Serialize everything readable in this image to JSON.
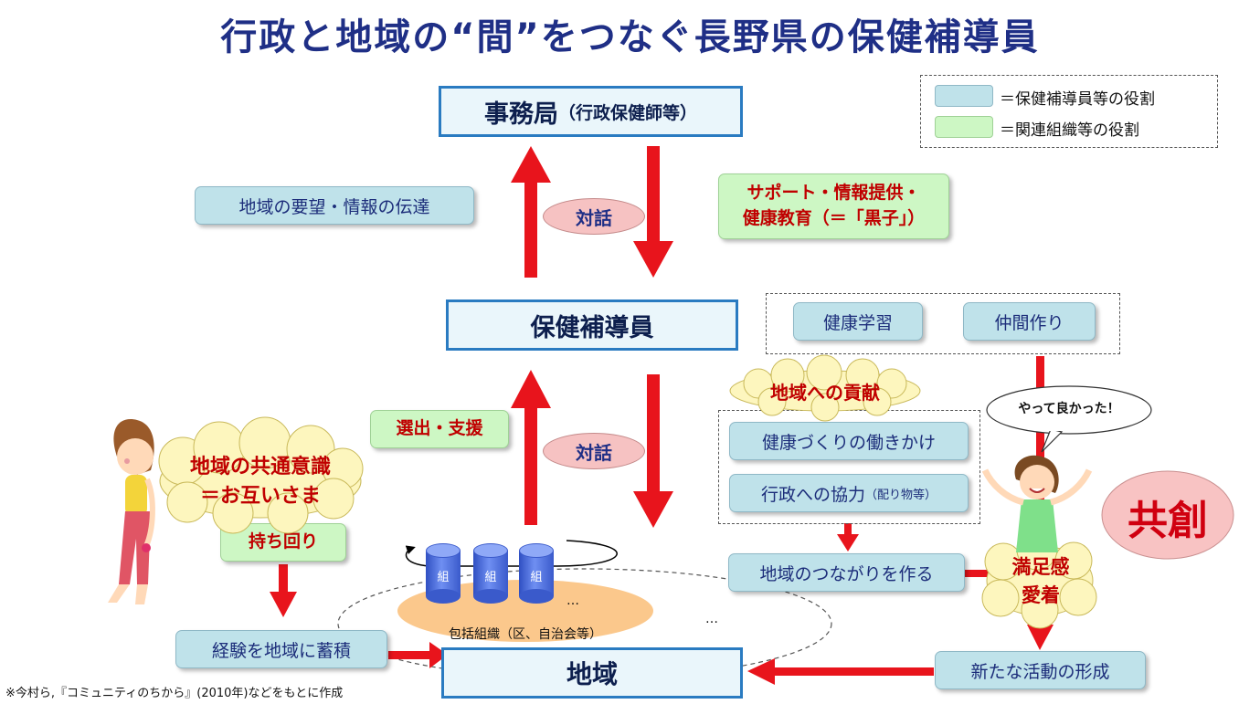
{
  "title": "行政と地域の“間”をつなぐ長野県の保健補導員",
  "legend": {
    "items": [
      {
        "label": "＝保健補導員等の役割",
        "color": "#bfe2ea"
      },
      {
        "label": "＝関連組織等の役割",
        "color": "#cdf7c4"
      }
    ]
  },
  "nodes": {
    "jimukyoku": {
      "main": "事務局",
      "sub": "（行政保健師等）"
    },
    "hokenhodoin": "保健補導員",
    "chiiki": "地域"
  },
  "dialogue_label": "対話",
  "roles": {
    "demand_info": "地域の要望・情報の伝達",
    "support_line1": "サポート・情報提供・",
    "support_line2": "健康教育（＝「黒子」）",
    "selection": "選出・支援",
    "health_study": "健康学習",
    "peer_building": "仲間作り",
    "health_action": "健康づくりの働きかけ",
    "gov_coop_main": "行政への協力",
    "gov_coop_small": "（配り物等）",
    "connections": "地域のつながりを作る",
    "carry_around": "持ち回り",
    "accumulate": "経験を地域に蓄積",
    "new_activity": "新たな活動の形成"
  },
  "clouds": {
    "contribution": "地域への貢献",
    "common_line1": "地域の共通意識",
    "common_line2": "＝お互いさま",
    "satisfaction_line1": "満足感",
    "satisfaction_line2": "愛着"
  },
  "speech": "やって良かった！",
  "cocreation": "共創",
  "organization": {
    "cylinder_label": "組",
    "ellipsis": "…",
    "caption": "包括組織（区、自治会等）",
    "outer_ellipsis": "…"
  },
  "footnote": "※今村ら,『コミュニティのちから』(2010年)などをもとに作成",
  "colors": {
    "title": "#1f2f86",
    "arrow": "#e8141c",
    "blue_box": "#bfe2ea",
    "green_box": "#cdf7c4",
    "cloud": "#fdf6be",
    "dialogue": "#f6c2c2"
  },
  "icons": [
    "person-standing-girl-icon",
    "person-cheering-woman-icon"
  ]
}
